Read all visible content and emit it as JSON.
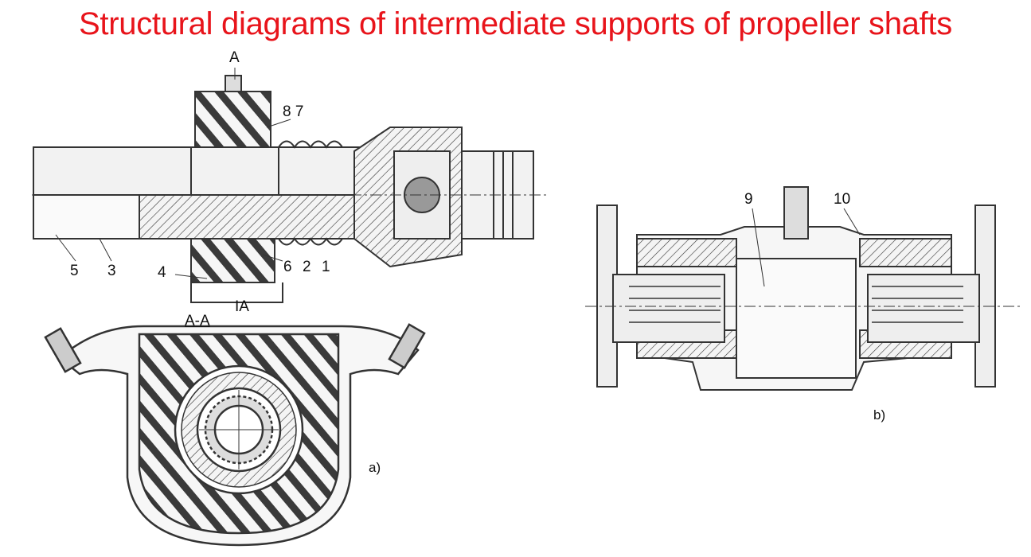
{
  "title": "Structural diagrams of intermediate supports of propeller shafts",
  "diagram_a": {
    "section_mark_top": "A",
    "section_mark_bottom": "IA",
    "section_label": "A-A",
    "caption": "a)",
    "callouts": {
      "c8_7": "8 7",
      "c5": "5",
      "c3": "3",
      "c4": "4",
      "c6": "6",
      "c2": "2",
      "c1": "1"
    }
  },
  "diagram_b": {
    "caption": "b)",
    "callouts": {
      "c9": "9",
      "c10": "10"
    }
  },
  "colors": {
    "title": "#e8141b",
    "lines": "#333333",
    "fill": "#f2f2f2"
  }
}
